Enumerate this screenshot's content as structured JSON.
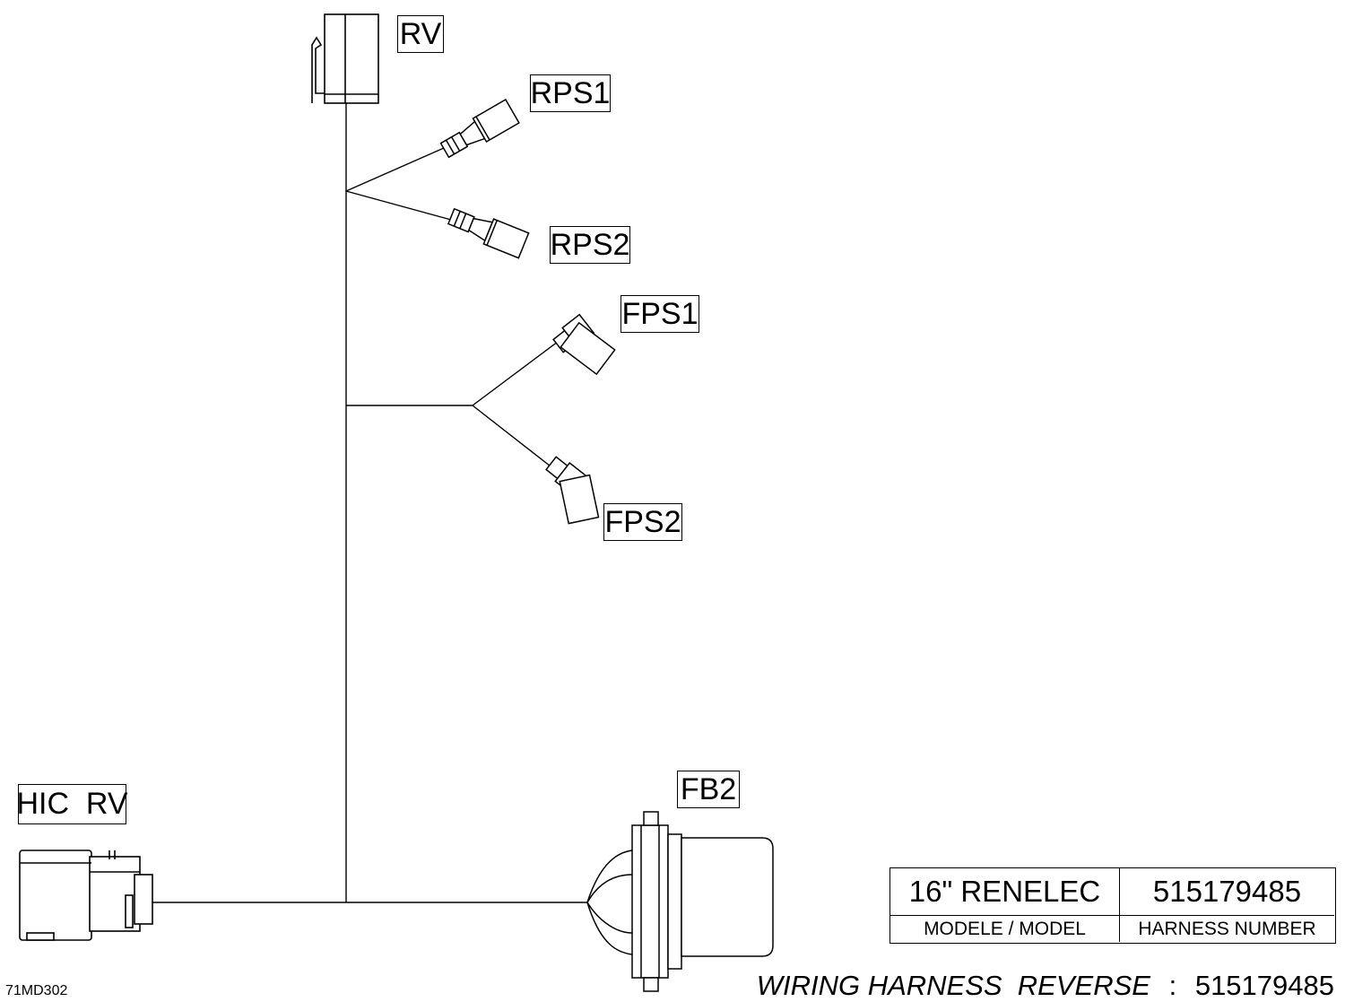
{
  "connectors": {
    "rv": "RV",
    "rps1": "RPS1",
    "rps2": "RPS2",
    "fps1": "FPS1",
    "fps2": "FPS2",
    "hic_rv": "HIC  RV",
    "fb2": "FB2"
  },
  "title_block": {
    "model_value": "16\" RENELEC",
    "harness_value": "515179485",
    "model_label": "MODELE / MODEL",
    "harness_label": "HARNESS NUMBER"
  },
  "caption": {
    "title": "WIRING HARNESS  REVERSE",
    "separator": ":",
    "number": "515179485"
  },
  "drawing_id": "71MD302"
}
